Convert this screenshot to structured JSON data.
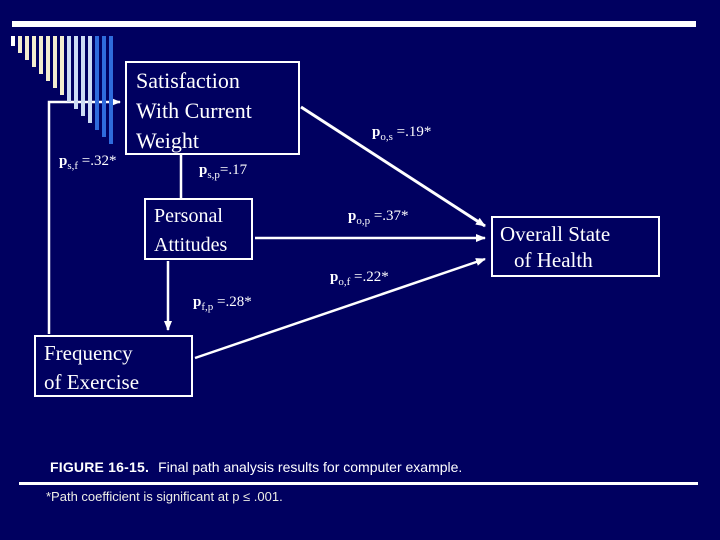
{
  "slide": {
    "background_color": "#000060",
    "accent_bar_color": "#ffffff"
  },
  "decoration": {
    "bars": [
      {
        "color": "#ffffff",
        "height": 10
      },
      {
        "color": "#f3edcf",
        "height": 17
      },
      {
        "color": "#f3edcf",
        "height": 24
      },
      {
        "color": "#f3edcf",
        "height": 31
      },
      {
        "color": "#f3edcf",
        "height": 38
      },
      {
        "color": "#f3edcf",
        "height": 45
      },
      {
        "color": "#f3edcf",
        "height": 52
      },
      {
        "color": "#f3edcf",
        "height": 59
      },
      {
        "color": "#cddcf4",
        "height": 66
      },
      {
        "color": "#cddcf4",
        "height": 73
      },
      {
        "color": "#cddcf4",
        "height": 80
      },
      {
        "color": "#cddcf4",
        "height": 87
      },
      {
        "color": "#2f6bdc",
        "height": 94
      },
      {
        "color": "#2f6bdc",
        "height": 101
      },
      {
        "color": "#2f6bdc",
        "height": 108
      }
    ]
  },
  "diagram": {
    "boxes": {
      "satisfaction": {
        "lines": [
          "Satisfaction",
          "With Current",
          "Weight"
        ]
      },
      "personal": {
        "lines": [
          "Personal",
          "Attitudes"
        ]
      },
      "frequency": {
        "lines": [
          "Frequency",
          "of Exercise"
        ]
      },
      "overall": {
        "lines": [
          "Overall State",
          "of Health"
        ]
      }
    },
    "path_labels": {
      "p_sf": {
        "symbol": "p",
        "sub": "s,f",
        "value": " =.32*"
      },
      "p_sp": {
        "symbol": "p",
        "sub": "s,p",
        "value": "=.17"
      },
      "p_os": {
        "symbol": "p",
        "sub": "o,s",
        "value": " =.19*"
      },
      "p_op": {
        "symbol": "p",
        "sub": "o,p",
        "value": " =.37*"
      },
      "p_of": {
        "symbol": "p",
        "sub": "o,f",
        "value": " =.22*"
      },
      "p_fp": {
        "symbol": "p",
        "sub": "f,p",
        "value": " =.28*"
      }
    }
  },
  "caption": {
    "label": "FIGURE 16-15.",
    "text": "Final path analysis results for computer example."
  },
  "footnote": "*Path coefficient is significant at p ≤ .001."
}
